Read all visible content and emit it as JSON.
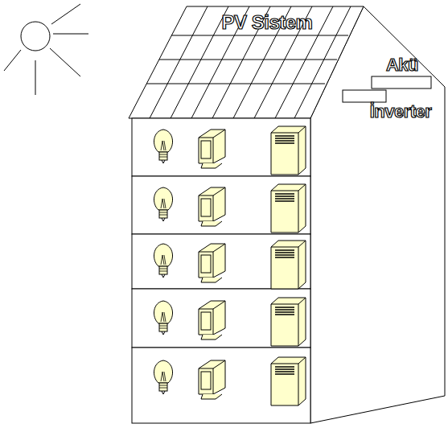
{
  "diagram": {
    "labels": [
      "PV Sistem",
      "Akü",
      "İnverter"
    ]
  }
}
